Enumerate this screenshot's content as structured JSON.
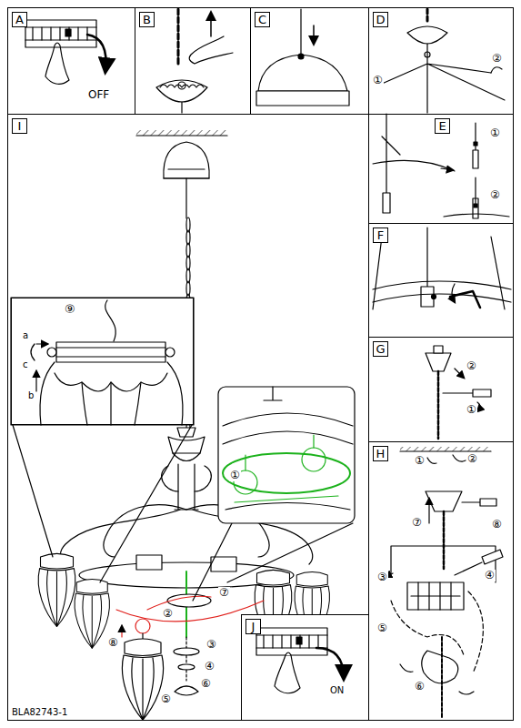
{
  "diagram": {
    "nodes": [
      {
        "text": [
          "A"
        ]
      },
      {
        "text": [
          "B"
        ]
      },
      {
        "text": [
          "C"
        ]
      },
      {
        "text": [
          "D"
        ]
      },
      {
        "text": [
          "E"
        ]
      },
      {
        "text": [
          "F"
        ]
      },
      {
        "text": [
          "G"
        ]
      },
      {
        "text": [
          "H"
        ]
      },
      {
        "text": [
          "I"
        ]
      },
      {
        "text": [
          "⑨"
        ],
        "in": 8
      },
      {
        "text": [
          "J"
        ],
        "in": 8
      }
    ],
    "labels": [
      "OFF",
      "①",
      "②",
      "①",
      "②",
      "②",
      "①",
      "①",
      "②",
      "③",
      "④",
      "⑤",
      "⑥",
      "⑦",
      "⑧",
      "①",
      "②",
      "③",
      "④",
      "⑤",
      "⑥",
      "⑦",
      "⑧",
      "a",
      "b",
      "c",
      "ON",
      "BLA82743-1"
    ]
  }
}
